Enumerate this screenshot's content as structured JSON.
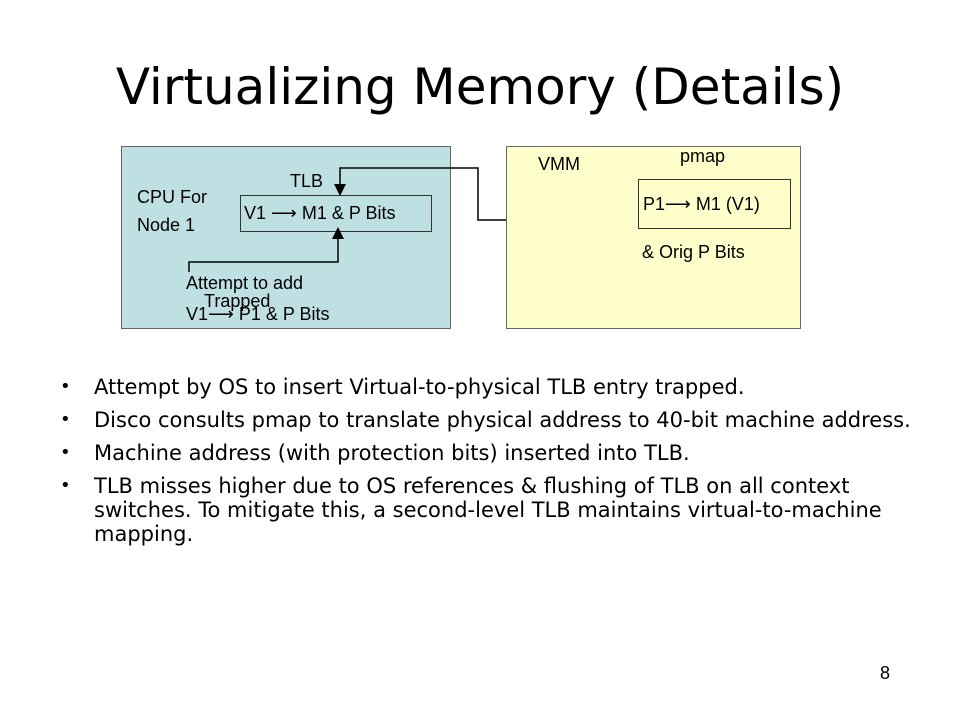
{
  "slide": {
    "title": "Virtualizing Memory (Details)",
    "page_number": "8"
  },
  "diagram": {
    "cpu": {
      "label_line1": "CPU For",
      "label_line2": "Node 1",
      "tlb_label": "TLB",
      "tlb_entry": "V1 ⟶ M1 & P Bits",
      "attempt_line1": "Attempt to add",
      "attempt_line2": "V1⟶ P1 & P Bits",
      "trapped": "Trapped"
    },
    "vmm": {
      "label": "VMM",
      "pmap_label": "pmap",
      "pmap_entry": "P1⟶ M1 (V1)",
      "orig_bits": "& Orig P Bits"
    },
    "colors": {
      "cpu_box": "#bfe0e3",
      "vmm_box": "#ffffcc"
    }
  },
  "bullets": [
    "Attempt by OS to insert Virtual-to-physical TLB entry trapped.",
    "Disco consults pmap to translate physical address to 40-bit machine address.",
    "Machine address (with protection bits) inserted into TLB.",
    "TLB misses higher due to OS references & flushing of TLB on all context switches. To mitigate this, a second-level TLB maintains virtual-to-machine mapping."
  ]
}
